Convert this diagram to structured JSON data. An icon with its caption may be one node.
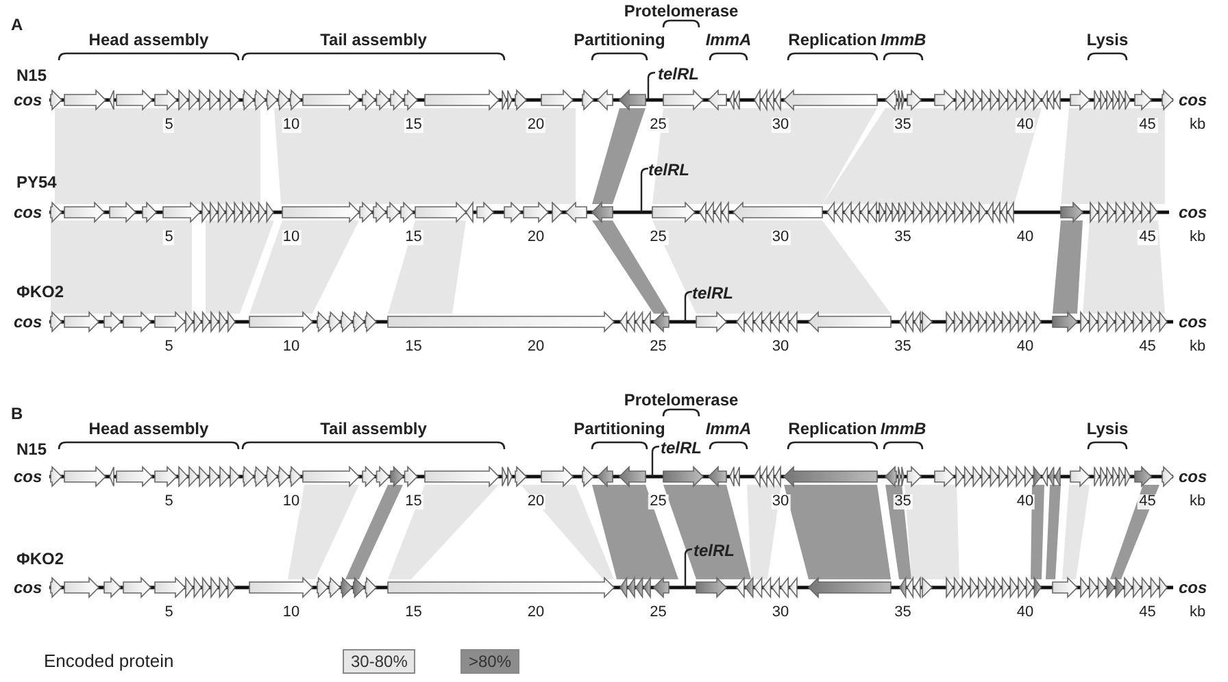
{
  "diagram": {
    "labels": [
      "A",
      "Protelomerase",
      "Head assembly",
      "Tail assembly",
      "Partitioning",
      "ImmA",
      "Replication",
      "ImmB",
      "Lysis",
      "N15",
      "telRL",
      "cos",
      "cos",
      "5",
      "10",
      "15",
      "20",
      "25",
      "30",
      "35",
      "40",
      "45",
      "kb",
      "PY54",
      "telRL",
      "cos",
      "cos",
      "5",
      "10",
      "15",
      "20",
      "25",
      "30",
      "35",
      "40",
      "45",
      "kb",
      "ΦKO2",
      "telRL",
      "cos",
      "cos",
      "5",
      "10",
      "15",
      "20",
      "25",
      "30",
      "35",
      "40",
      "45",
      "kb",
      "B",
      "Protelomerase",
      "Head assembly",
      "Tail assembly",
      "Partitioning",
      "ImmA",
      "Replication",
      "ImmB",
      "Lysis",
      "N15",
      "telRL",
      "cos",
      "cos",
      "5",
      "10",
      "15",
      "20",
      "25",
      "30",
      "35",
      "40",
      "45",
      "kb",
      "ΦKO2",
      "telRL",
      "cos",
      "cos",
      "5",
      "10",
      "15",
      "20",
      "25",
      "30",
      "35",
      "40",
      "45",
      "kb",
      "Encoded protein"
    ],
    "legend": [
      {
        "text": "30-80%",
        "color": "#e6e6e6"
      },
      {
        "text": ">80%",
        "color": "#8c8c8c"
      }
    ]
  }
}
